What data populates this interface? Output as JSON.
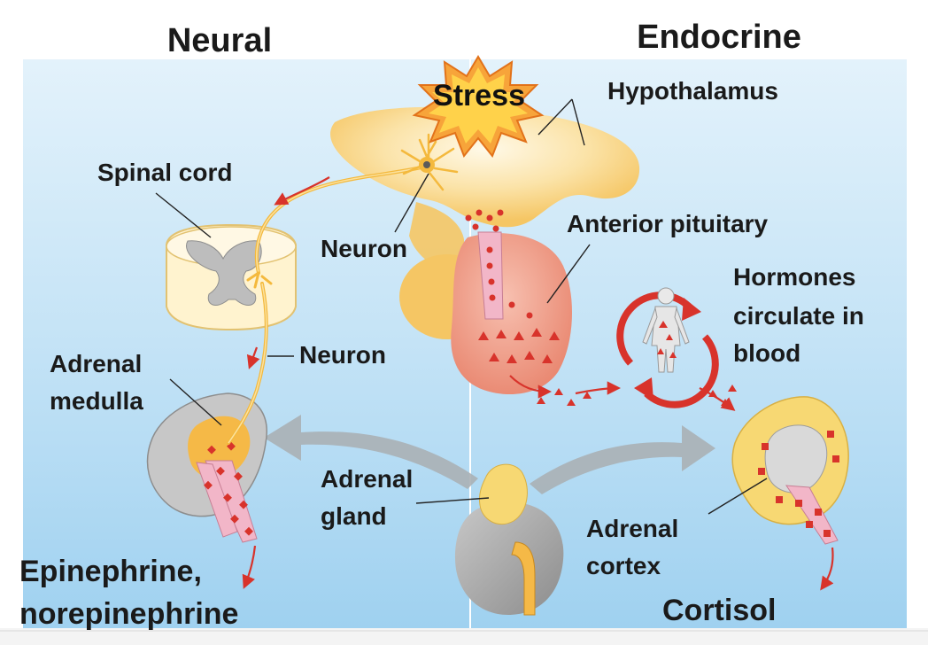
{
  "titles": {
    "neural": "Neural",
    "endocrine": "Endocrine"
  },
  "labels": {
    "stress": "Stress",
    "hypothalamus": "Hypothalamus",
    "spinal_cord": "Spinal cord",
    "neuron_upper": "Neuron",
    "neuron_lower": "Neuron",
    "anterior_pituitary": "Anterior pituitary",
    "hormones_line1": "Hormones",
    "hormones_line2": "circulate in",
    "hormones_line3": "blood",
    "adrenal_medulla_line1": "Adrenal",
    "adrenal_medulla_line2": "medulla",
    "adrenal_gland_line1": "Adrenal",
    "adrenal_gland_line2": "gland",
    "adrenal_cortex_line1": "Adrenal",
    "adrenal_cortex_line2": "cortex",
    "epinephrine_line1": "Epinephrine,",
    "epinephrine_line2": "norepinephrine",
    "cortisol": "Cortisol"
  },
  "colors": {
    "panel_blue": "#bfe0f5",
    "panel_blue_dark": "#9ccfee",
    "brain_yellow": "#f8d98a",
    "pituitary_red": "#ef9a86",
    "arrow_red": "#d8332b",
    "gray_arrow": "#a9aeb3",
    "adrenal_yellow": "#f7d873",
    "kidney_gray": "#a4a4a4",
    "vessel_pink": "#f2b6c8"
  },
  "icons": {
    "stress": "starburst-icon",
    "body": "human-body-icon",
    "circulation": "circular-arrows-icon"
  }
}
